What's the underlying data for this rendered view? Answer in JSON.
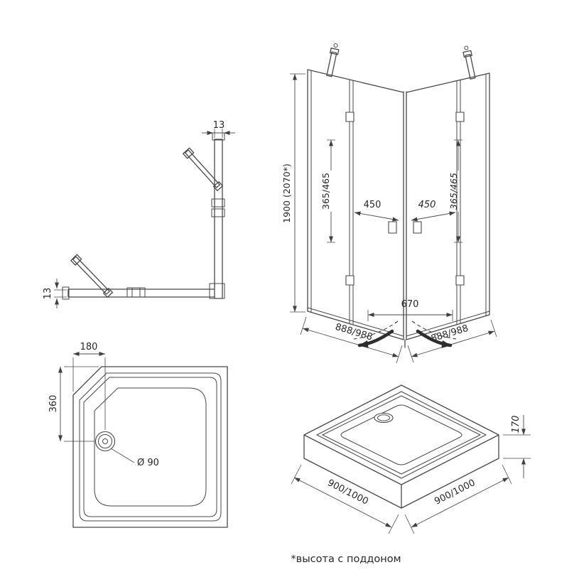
{
  "footnote": "*высота с поддоном",
  "frame_top_view": {
    "profile_width_top": "13",
    "profile_width_side": "13"
  },
  "enclosure_3d": {
    "height": "1900 (2070*)",
    "fixed_panel_left": "365/465",
    "door_left": "450",
    "door_right": "450",
    "fixed_panel_right": "365/465",
    "entry_width": "670",
    "side_width_left": "888/988",
    "side_width_right": "888/988"
  },
  "tray_top_view": {
    "drain_offset_x": "180",
    "drain_offset_y": "360",
    "drain_diameter": "Ø 90"
  },
  "tray_3d": {
    "tray_height": "170",
    "side_left": "900/1000",
    "side_right": "900/1000"
  }
}
